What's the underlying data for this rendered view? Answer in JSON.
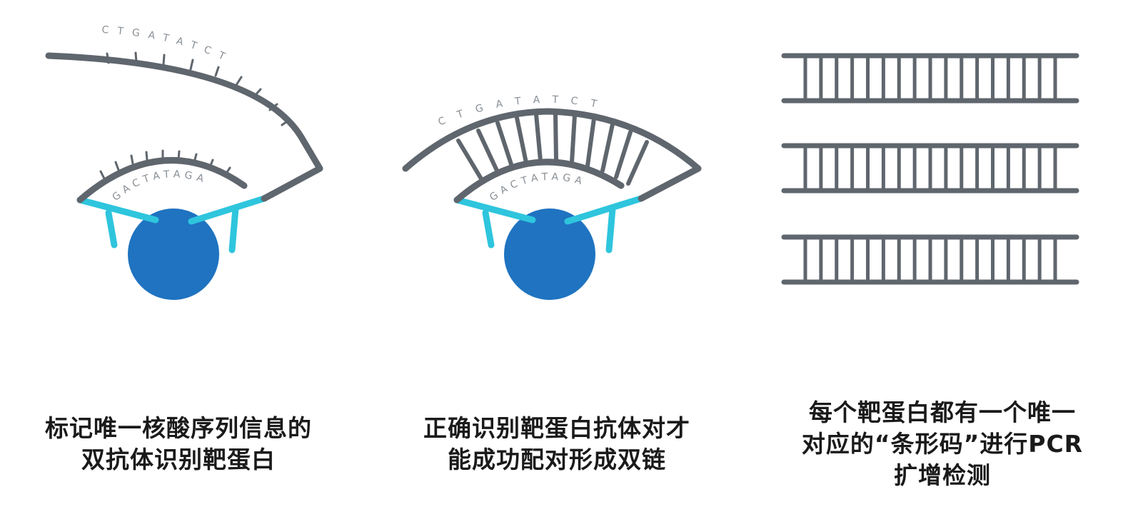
{
  "colors": {
    "strand": "#5f666d",
    "antibody": "#2ec5dd",
    "protein": "#1f73c0",
    "letters": "#8a9096",
    "caption": "#1a1a1a"
  },
  "panels": [
    {
      "outer_strand_seq": "CTGATATCT",
      "inner_strand_seq": "GACTATAGA",
      "caption_lines": [
        "标记唯一核酸序列信息的",
        "双抗体识别靶蛋白"
      ]
    },
    {
      "outer_strand_seq": "CTGATATCT",
      "inner_strand_seq": "GACTATAGA",
      "caption_lines": [
        "正确识别靶蛋白抗体对才",
        "能成功配对形成双链"
      ]
    },
    {
      "caption_lines": [
        "每个靶蛋白都有一个唯一",
        "对应的“条形码”进行PCR",
        "扩增检测"
      ]
    }
  ]
}
